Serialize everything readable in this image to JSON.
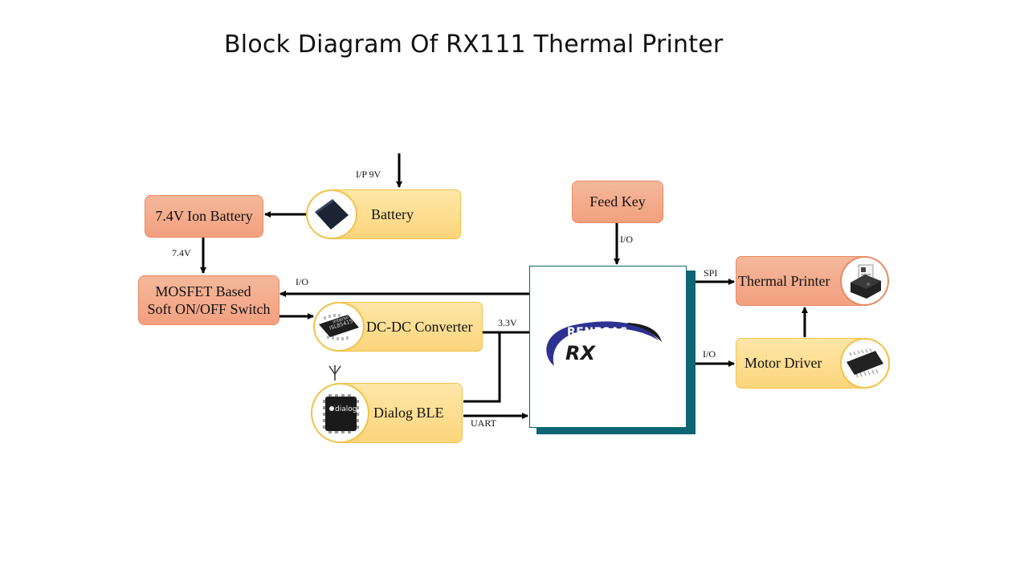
{
  "title": "Block Diagram Of RX111 Thermal Printer",
  "blocks": {
    "ion_battery": "7.4V Ion Battery",
    "battery": "Battery",
    "mosfet_line1": "MOSFET Based",
    "mosfet_line2": "Soft ON/OFF Switch",
    "dcdc": "DC-DC Converter",
    "ble": "Dialog BLE",
    "feed_key": "Feed Key",
    "thermal_printer": "Thermal Printer",
    "motor_driver": "Motor Driver"
  },
  "mcu": {
    "brand": "RENESAS",
    "model": "RX"
  },
  "chips": {
    "dcdc_chip_text": "ISL85415",
    "dcdc_chip_brand": "intersil",
    "ble_chip_text": "dialog"
  },
  "signals": {
    "input": "I/P 9V",
    "ion_to_mosfet": "7.4V",
    "mcu_to_mosfet": "I/O",
    "feed_key_io": "I/O",
    "dcdc_out": "3.3V",
    "uart": "UART",
    "spi": "SPI",
    "motor_io": "I/O"
  },
  "colors": {
    "salmon_block": "#f2a07f",
    "yellow_block": "#fcd57c",
    "mcu_shadow": "#0c6572",
    "renesas_blue": "#2e3192"
  }
}
